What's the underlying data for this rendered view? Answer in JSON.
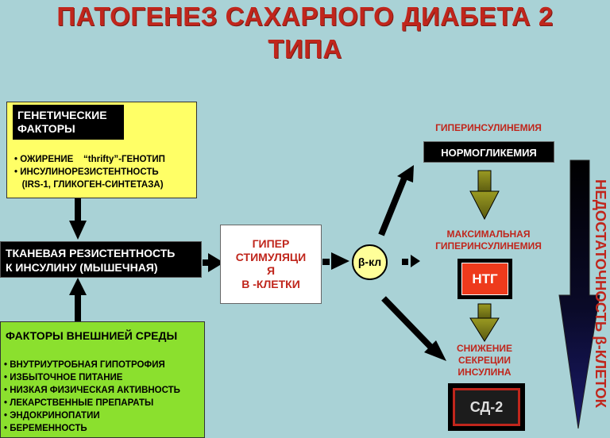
{
  "title": {
    "line1": "ПАТОГЕНЕЗ САХАРНОГО ДИАБЕТА 2",
    "line2": "ТИПА"
  },
  "genetic": {
    "header_line1": "ГЕНЕТИЧЕСКИЕ",
    "header_line2": "ФАКТОРЫ",
    "items": [
      "• ОЖИРЕНИЕ    “thrifty”-ГЕНОТИП",
      "• ИНСУЛИНОРЕЗИСТЕНТНОСТЬ",
      "   (IRS-1, ГЛИКОГЕН-СИНТЕТАЗА)"
    ]
  },
  "tissue": {
    "line1": "ТКАНЕВАЯ РЕЗИСТЕНТНОСТЬ",
    "line2": "К  ИНСУЛИНУ  (МЫШЕЧНАЯ)"
  },
  "environment": {
    "header": "ФАКТОРЫ ВНЕШНИЕЙ СРЕДЫ",
    "items": [
      "• ВНУТРИУТРОБНАЯ ГИПОТРОФИЯ",
      "• ИЗБЫТОЧНОЕ ПИТАНИЕ",
      "• НИЗКАЯ ФИЗИЧЕСКАЯ АКТИВНОСТЬ",
      "• ЛЕКАРСТВЕННЫЕ ПРЕПАРАТЫ",
      "• ЭНДОКРИНОПАТИИ",
      "• БЕРЕМЕННОСТЬ"
    ]
  },
  "hyperstim": {
    "line1": "ГИПЕР",
    "line2": "СТИМУЛЯЦИ",
    "line3": "Я",
    "line4": "В -КЛЕТКИ"
  },
  "beta_cell": "β-кл",
  "hyperinsulinemia": "ГИПЕРИНСУЛИНЕМИЯ",
  "normoglycemia": "НОРМОГЛИКЕМИЯ",
  "max_hyper": {
    "line1": "МАКСИМАЛЬНАЯ",
    "line2": "ГИПЕРИНСУЛИНЕМИЯ"
  },
  "ntg": "НТГ",
  "secretion": {
    "line1": "СНИЖЕНИЕ",
    "line2": "СЕКРЕЦИИ",
    "line3": "ИНСУЛИНА"
  },
  "sd2": "СД-2",
  "side_label": "НЕДОСТАТОЧНОСТЬ β-КЛЕТОК",
  "colors": {
    "background": "#a9d2d6",
    "title_red": "#c0261c",
    "genetic_yellow": "#ffff66",
    "environment_green": "#8be02e",
    "ntg_red": "#ee3a1c",
    "beta_circle": "#ffff99"
  }
}
